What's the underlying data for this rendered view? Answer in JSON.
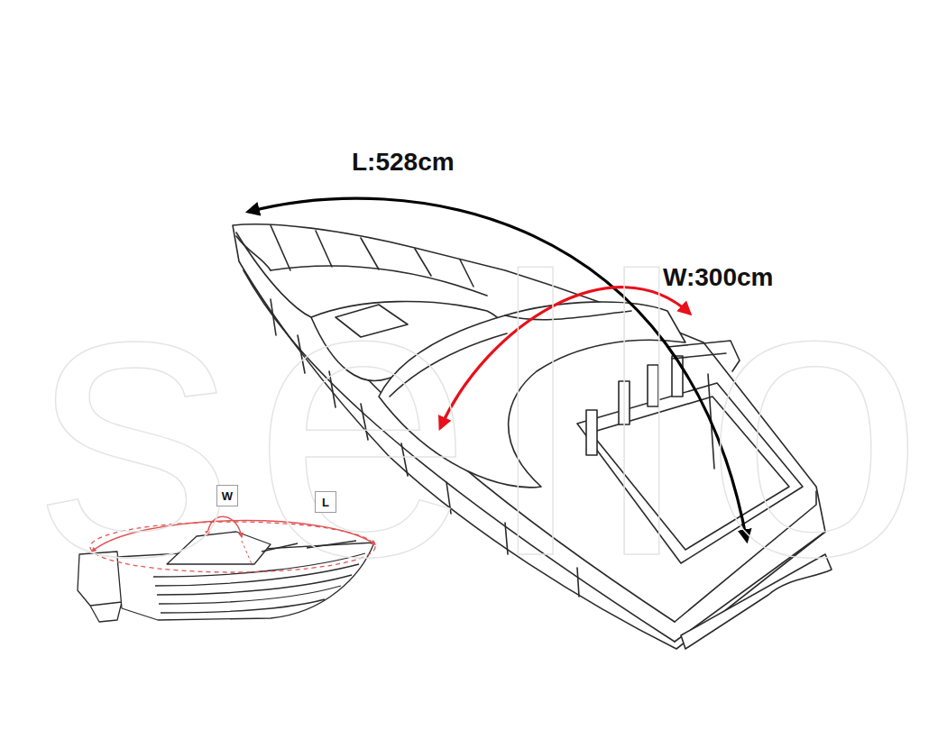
{
  "diagram": {
    "nodes": [
      {
        "text": [
          "W"
        ]
      },
      {
        "text": [
          "L"
        ]
      }
    ],
    "labels": [
      "L:528cm",
      "W:300cm",
      "sello"
    ]
  }
}
